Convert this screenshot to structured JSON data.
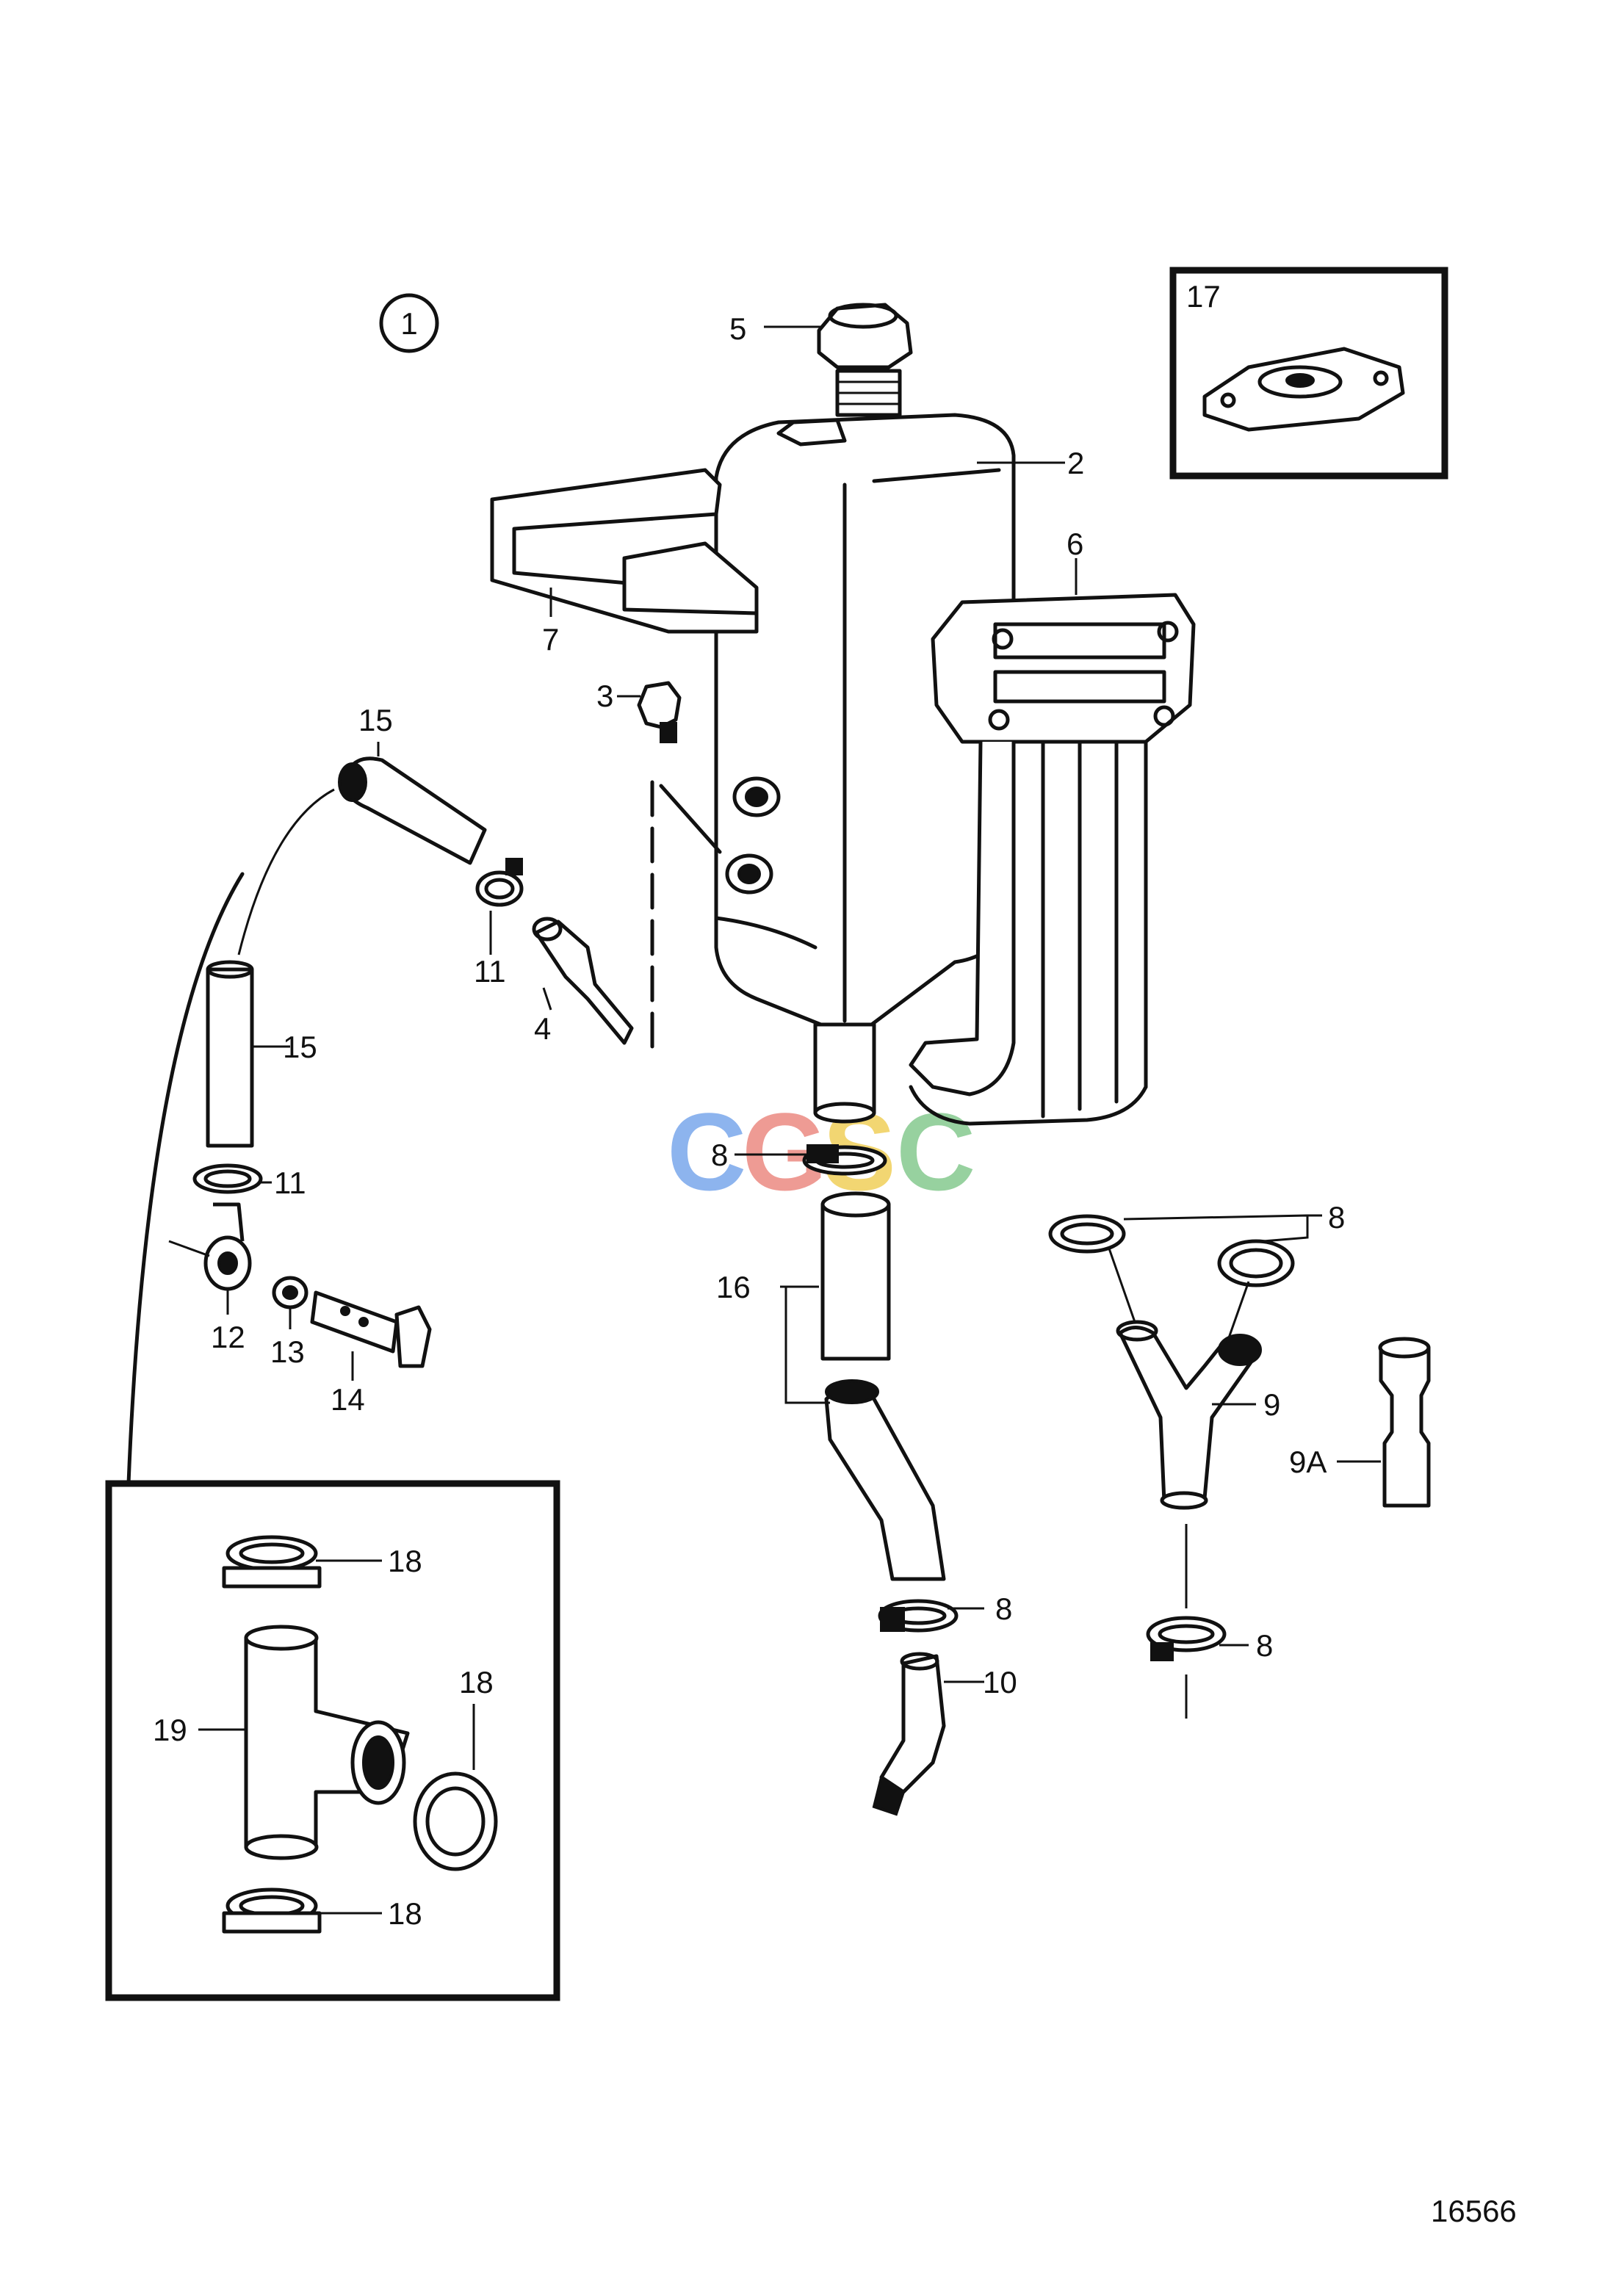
{
  "view_number": "1",
  "drawing_number": "16566",
  "watermark": {
    "text": "CGSC",
    "colors": [
      "#7aa7ec",
      "#ec8a82",
      "#f0cf5a",
      "#86c98f"
    ]
  },
  "callouts": {
    "c2": "2",
    "c3": "3",
    "c4": "4",
    "c5": "5",
    "c6": "6",
    "c7": "7",
    "c8a": "8",
    "c8b": "8",
    "c8c": "8",
    "c8d": "8",
    "c9": "9",
    "c9a": "9A",
    "c10": "10",
    "c11a": "11",
    "c11b": "11",
    "c12": "12",
    "c13": "13",
    "c14": "14",
    "c15a": "15",
    "c15b": "15",
    "c16": "16",
    "c17": "17",
    "c18a": "18",
    "c18b": "18",
    "c18c": "18",
    "c19": "19"
  }
}
